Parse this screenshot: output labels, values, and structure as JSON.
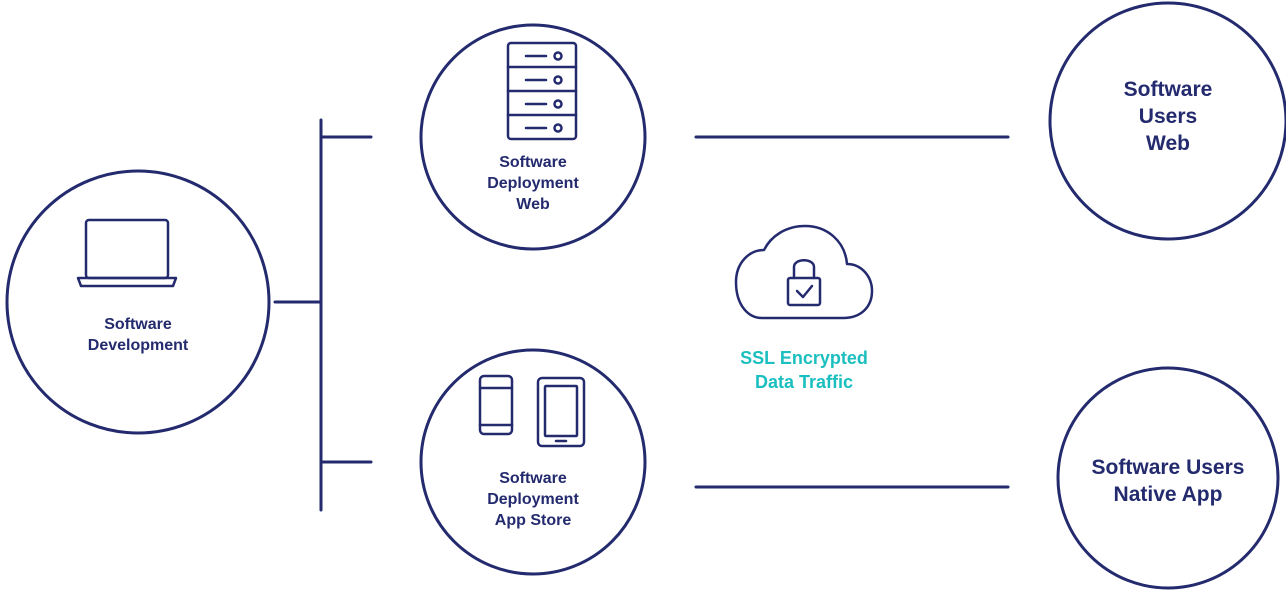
{
  "colors": {
    "primary": "#232a6e",
    "accent": "#1bbfbf",
    "background": "#ffffff"
  },
  "nodes": {
    "software_development": {
      "icon": "laptop-icon",
      "lines": [
        "Software",
        "Development"
      ]
    },
    "deployment_web": {
      "icon": "server-icon",
      "lines": [
        "Software",
        "Deployment",
        "Web"
      ]
    },
    "deployment_app_store": {
      "icon": "mobile-devices-icon",
      "lines": [
        "Software",
        "Deployment",
        "App Store"
      ]
    },
    "users_web": {
      "lines": [
        "Software",
        "Users",
        "Web"
      ]
    },
    "users_native_app": {
      "lines": [
        "Software Users",
        "Native App"
      ]
    }
  },
  "center": {
    "icon": "cloud-lock-icon",
    "lines": [
      "SSL Encrypted",
      "Data Traffic"
    ]
  }
}
